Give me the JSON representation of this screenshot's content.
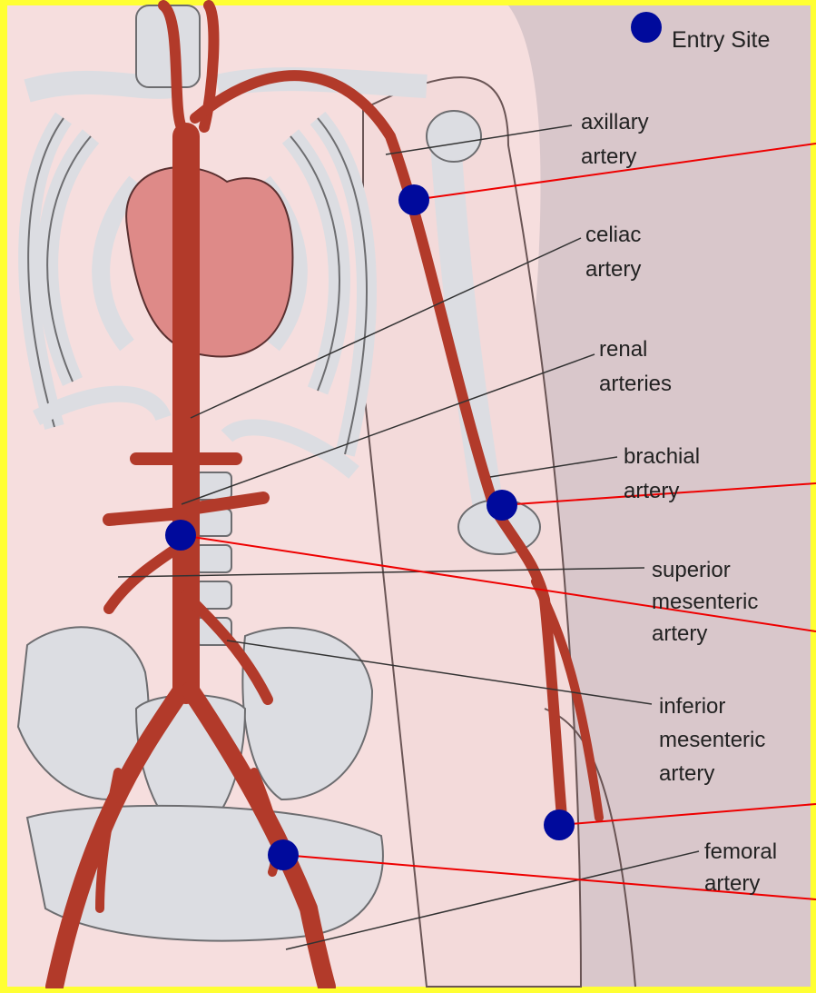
{
  "legend": {
    "label": "Entry Site",
    "marker_color": "#000a9c"
  },
  "colors": {
    "frame": "#ffff33",
    "background": "#d9c7cb",
    "skin": "#f6dede",
    "bone": "#dcdde2",
    "artery": "#b23a2a",
    "heart": "#de8a88",
    "leader_line": "#333333",
    "pointer_line": "#ee0000",
    "entry_marker": "#000a9c"
  },
  "labels": [
    {
      "id": "axillary",
      "lines": [
        "axillary",
        "artery"
      ]
    },
    {
      "id": "celiac",
      "lines": [
        "celiac",
        "artery"
      ]
    },
    {
      "id": "renal",
      "lines": [
        "renal",
        "arteries"
      ]
    },
    {
      "id": "brachial",
      "lines": [
        "brachial",
        "artery"
      ]
    },
    {
      "id": "superior-mesenteric",
      "lines": [
        "superior",
        "mesenteric",
        "artery"
      ]
    },
    {
      "id": "inferior-mesenteric",
      "lines": [
        "inferior",
        "mesenteric",
        "artery"
      ]
    },
    {
      "id": "femoral",
      "lines": [
        "femoral",
        "artery"
      ]
    }
  ],
  "entry_sites": [
    {
      "id": "axillary"
    },
    {
      "id": "brachial"
    },
    {
      "id": "aortic"
    },
    {
      "id": "radial"
    },
    {
      "id": "femoral"
    }
  ]
}
